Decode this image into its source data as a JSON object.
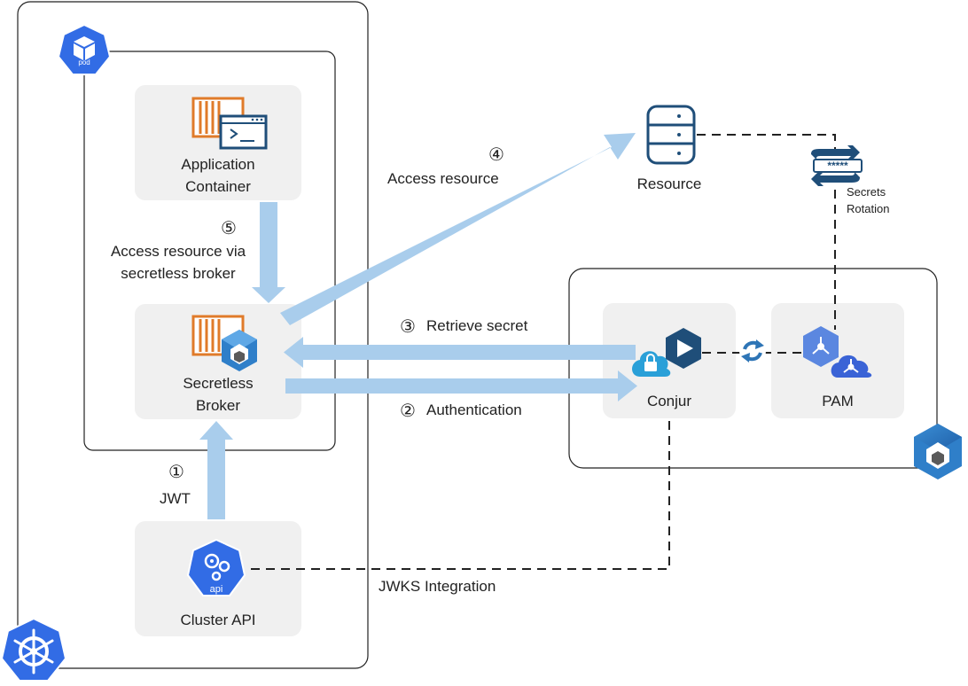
{
  "nodes": {
    "app_container": "Application\nContainer",
    "secretless_broker": "Secretless\nBroker",
    "cluster_api": "Cluster API",
    "resource": "Resource",
    "conjur": "Conjur",
    "pam": "PAM",
    "secrets_rotation": "Secrets\nRotation"
  },
  "icons": {
    "pod": "pod",
    "api": "api",
    "secrets_value": "*****"
  },
  "steps": [
    {
      "num": "①",
      "label": "JWT"
    },
    {
      "num": "②",
      "label": "Authentication"
    },
    {
      "num": "③",
      "label": "Retrieve secret"
    },
    {
      "num": "④",
      "label": "Access resource"
    },
    {
      "num": "⑤",
      "label": "Access resource via\nsecretless broker"
    }
  ],
  "jwks_label": "JWKS Integration",
  "colors": {
    "arrow": "#a9cdec",
    "box_fill": "#f0f0f0",
    "k8s_blue": "#326ce5",
    "orange": "#e07b2a",
    "navy": "#1f4e79",
    "conjur_blue": "#2aa0d8"
  }
}
